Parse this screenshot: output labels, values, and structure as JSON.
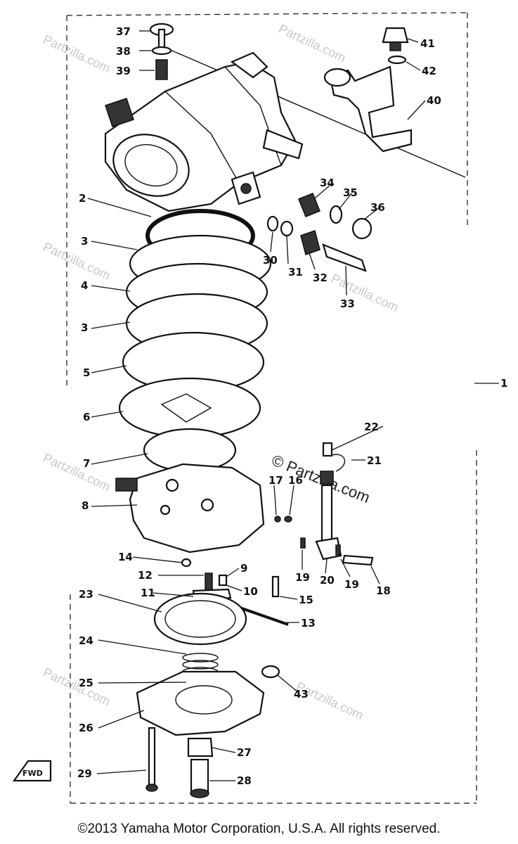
{
  "diagram": {
    "watermark": "Partzilla.com",
    "watermark_main": "© Partzilla.com",
    "fwd_label": "FWD",
    "callouts": [
      {
        "id": "1",
        "text": "1"
      },
      {
        "id": "2",
        "text": "2"
      },
      {
        "id": "3a",
        "text": "3"
      },
      {
        "id": "3b",
        "text": "3"
      },
      {
        "id": "4",
        "text": "4"
      },
      {
        "id": "5",
        "text": "5"
      },
      {
        "id": "6",
        "text": "6"
      },
      {
        "id": "7",
        "text": "7"
      },
      {
        "id": "8",
        "text": "8"
      },
      {
        "id": "9",
        "text": "9"
      },
      {
        "id": "10",
        "text": "10"
      },
      {
        "id": "11",
        "text": "11"
      },
      {
        "id": "12",
        "text": "12"
      },
      {
        "id": "13",
        "text": "13"
      },
      {
        "id": "14",
        "text": "14"
      },
      {
        "id": "15",
        "text": "15"
      },
      {
        "id": "16",
        "text": "16"
      },
      {
        "id": "17",
        "text": "17"
      },
      {
        "id": "18",
        "text": "18"
      },
      {
        "id": "19a",
        "text": "19"
      },
      {
        "id": "19b",
        "text": "19"
      },
      {
        "id": "20",
        "text": "20"
      },
      {
        "id": "21",
        "text": "21"
      },
      {
        "id": "22",
        "text": "22"
      },
      {
        "id": "23",
        "text": "23"
      },
      {
        "id": "24",
        "text": "24"
      },
      {
        "id": "25",
        "text": "25"
      },
      {
        "id": "26",
        "text": "26"
      },
      {
        "id": "27",
        "text": "27"
      },
      {
        "id": "28",
        "text": "28"
      },
      {
        "id": "29",
        "text": "29"
      },
      {
        "id": "30",
        "text": "30"
      },
      {
        "id": "31",
        "text": "31"
      },
      {
        "id": "32",
        "text": "32"
      },
      {
        "id": "33",
        "text": "33"
      },
      {
        "id": "34",
        "text": "34"
      },
      {
        "id": "35",
        "text": "35"
      },
      {
        "id": "36",
        "text": "36"
      },
      {
        "id": "37",
        "text": "37"
      },
      {
        "id": "38",
        "text": "38"
      },
      {
        "id": "39",
        "text": "39"
      },
      {
        "id": "40",
        "text": "40"
      },
      {
        "id": "41",
        "text": "41"
      },
      {
        "id": "42",
        "text": "42"
      },
      {
        "id": "43",
        "text": "43"
      }
    ]
  },
  "footer": {
    "copyright": "©2013 Yamaha Motor Corporation, U.S.A. All rights reserved."
  }
}
